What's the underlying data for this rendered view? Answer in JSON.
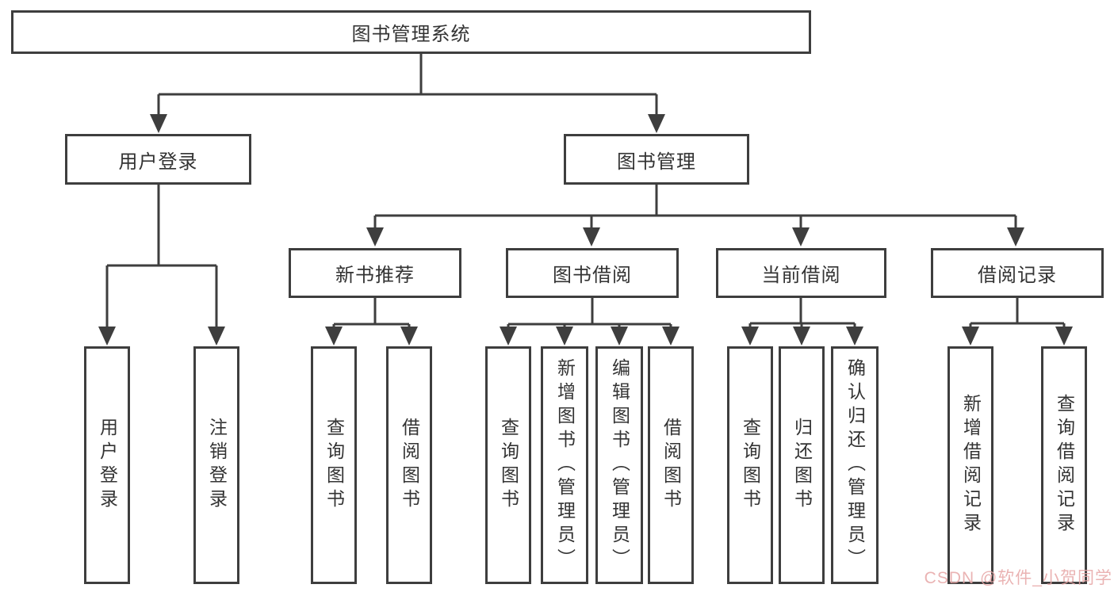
{
  "tree": {
    "label": "图书管理系统",
    "children": [
      {
        "label": "用户登录",
        "children": [
          {
            "label": "用户登录"
          },
          {
            "label": "注销登录"
          }
        ]
      },
      {
        "label": "图书管理",
        "children": [
          {
            "label": "新书推荐",
            "children": [
              {
                "label": "查询图书"
              },
              {
                "label": "借阅图书"
              }
            ]
          },
          {
            "label": "图书借阅",
            "children": [
              {
                "label": "查询图书"
              },
              {
                "label": "新增图书（管理员）"
              },
              {
                "label": "编辑图书（管理员）"
              },
              {
                "label": "借阅图书"
              }
            ]
          },
          {
            "label": "当前借阅",
            "children": [
              {
                "label": "查询图书"
              },
              {
                "label": "归还图书"
              },
              {
                "label": "确认归还（管理员）"
              }
            ]
          },
          {
            "label": "借阅记录",
            "children": [
              {
                "label": "新增借阅记录"
              },
              {
                "label": "查询借阅记录"
              }
            ]
          }
        ]
      }
    ]
  },
  "watermark": {
    "text": "CSDN @软件_小贺同学"
  },
  "colors": {
    "line": "#3e3e3e",
    "box_border": "#3e3e3e",
    "box_background": "#ffffff",
    "text": "#333333",
    "watermark": "#e6a6a6"
  }
}
